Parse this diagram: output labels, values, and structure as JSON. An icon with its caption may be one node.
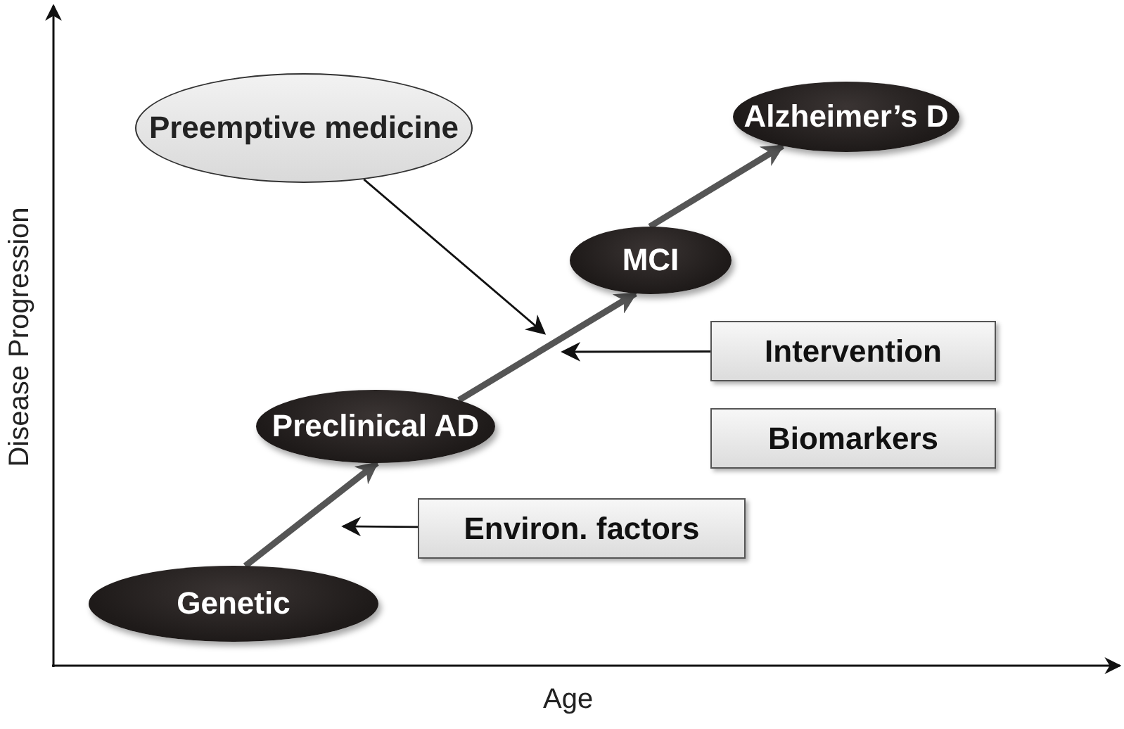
{
  "diagram": {
    "nodes": [
      {
        "text": [
          "Preemptive medicine"
        ]
      },
      {
        "text": [
          "Alzheimer’s D"
        ]
      },
      {
        "text": [
          "MCI"
        ]
      },
      {
        "text": [
          "Intervention"
        ]
      },
      {
        "text": [
          "Preclinical AD"
        ]
      },
      {
        "text": [
          "Biomarkers"
        ]
      },
      {
        "text": [
          "Environ. factors"
        ]
      },
      {
        "text": [
          "Genetic"
        ]
      }
    ],
    "edges": [
      {
        "from": 7,
        "to": 4,
        "arrow": "to",
        "style": "thick",
        "color": "#555555"
      },
      {
        "from": 4,
        "to": 2,
        "arrow": "to",
        "style": "thick",
        "color": "#555555"
      },
      {
        "from": 2,
        "to": 1,
        "arrow": "to",
        "style": "thick",
        "color": "#555555"
      },
      {
        "from": 0,
        "to": null,
        "arrow": "to"
      },
      {
        "from": 3,
        "to": null,
        "arrow": "to"
      },
      {
        "from": 6,
        "to": null,
        "arrow": "to"
      }
    ],
    "labels": [
      "Disease Progression",
      "Age"
    ]
  }
}
